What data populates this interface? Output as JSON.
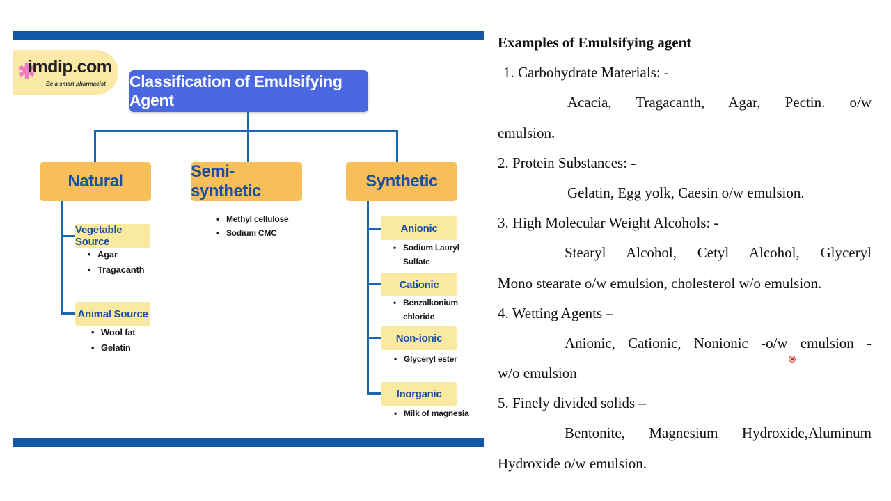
{
  "diagram": {
    "logo_text": "imdip.com",
    "logo_tagline": "Be a smart pharmacist",
    "title": "Classification of Emulsifying Agent",
    "categories": [
      {
        "label": "Natural"
      },
      {
        "label": "Semi-synthetic"
      },
      {
        "label": "Synthetic"
      }
    ],
    "natural": {
      "groups": [
        {
          "label": "Vegetable Source",
          "items": [
            "Agar",
            "Tragacanth"
          ]
        },
        {
          "label": "Animal Source",
          "items": [
            "Wool fat",
            "Gelatin"
          ]
        }
      ]
    },
    "semi_synthetic": {
      "items": [
        "Methyl cellulose",
        "Sodium CMC"
      ]
    },
    "synthetic": {
      "groups": [
        {
          "label": "Anionic",
          "items": [
            "Sodium Lauryl",
            "Sulfate"
          ]
        },
        {
          "label": "Cationic",
          "items": [
            "Benzalkonium",
            "chloride"
          ]
        },
        {
          "label": "Non-ionic",
          "items": [
            "Glyceryl ester"
          ]
        },
        {
          "label": "Inorganic",
          "items": [
            "Milk of magnesia"
          ]
        }
      ]
    },
    "colors": {
      "bar": "#1257a8",
      "title_box": "#4b68e0",
      "category_box": "#f8bf58",
      "sub_box": "#faeaa0",
      "connector": "#1a66b3"
    }
  },
  "notes": {
    "heading": "Examples of Emulsifying agent",
    "lines": [
      "1. Carbohydrate Materials: -",
      "Acacia, Tragacanth, Agar, Pectin. o/w",
      "emulsion.",
      "2. Protein Substances: -",
      "Gelatin, Egg yolk, Caesin o/w emulsion.",
      "3. High Molecular Weight Alcohols: -",
      "Stearyl Alcohol, Cetyl Alcohol, Glyceryl",
      "Mono stearate o/w emulsion, cholesterol w/o emulsion.",
      "4. Wetting Agents –",
      "Anionic, Cationic, Nonionic -o/w emulsion -",
      "w/o emulsion",
      "5. Finely divided solids –",
      "Bentonite, Magnesium Hydroxide,Aluminum",
      "Hydroxide o/w emulsion."
    ]
  }
}
